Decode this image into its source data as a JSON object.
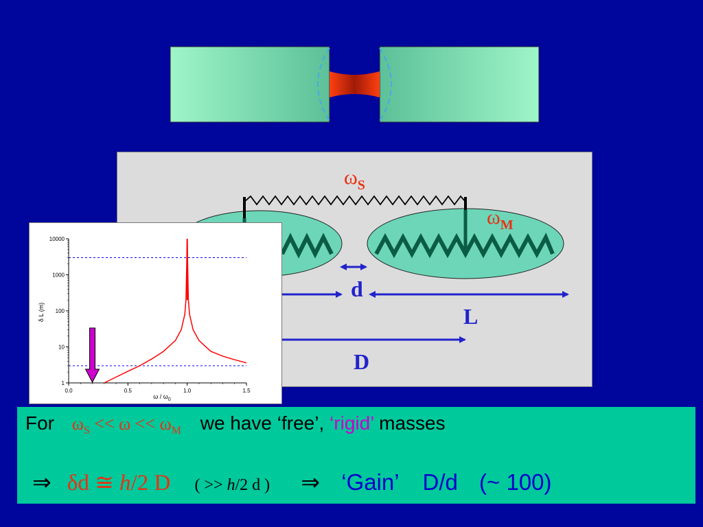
{
  "diagram": {
    "omega_s_label": "ω",
    "omega_s_sub": "S",
    "omega_m_label": "ω",
    "omega_m_sub": "M",
    "d_label": "d",
    "L_label": "L",
    "D_label": "D"
  },
  "chart_data": {
    "type": "line",
    "xlabel": "ω / ω",
    "xlabel_sub": "0",
    "ylabel": "δ L  (m)",
    "ylim": [
      1,
      10000
    ],
    "yscale": "log",
    "xlim": [
      0.0,
      1.5
    ],
    "x_ticks": [
      "0.0",
      "0.5",
      "1.0",
      "1.5"
    ],
    "y_ticks": [
      "1",
      "10",
      "100",
      "1000",
      "10000"
    ],
    "hlines": [
      3000,
      3
    ],
    "resonance_x": 1.0,
    "series": [
      {
        "color": "#ff0000",
        "x": [
          0.3,
          0.4,
          0.5,
          0.6,
          0.7,
          0.8,
          0.9,
          0.95,
          0.98,
          0.99,
          1.0,
          1.01,
          1.02,
          1.05,
          1.1,
          1.2,
          1.3,
          1.4,
          1.5
        ],
        "y": [
          1.0,
          1.45,
          2.1,
          3.0,
          4.6,
          7.5,
          15,
          30,
          80,
          200,
          10000,
          200,
          80,
          30,
          15,
          7.5,
          5.5,
          4.4,
          3.6
        ]
      }
    ],
    "arrow_x": 0.2,
    "colors": {
      "line": "#ff0000",
      "hline": "#0000ff",
      "arrow": "#cc00cc"
    }
  },
  "text": {
    "line1": {
      "for": "For",
      "cond_ws": "ω",
      "cond_ws_sub": "S",
      "cond_mid": " << ω << ",
      "cond_wm": "ω",
      "cond_wm_sub": "M",
      "we_have": "we have ‘free’, ",
      "rigid": "‘rigid’",
      "masses": " masses"
    },
    "line2": {
      "implies1": "⇒",
      "delta_d": "δd ≅ ",
      "h": "h",
      "half_D": "/2 D",
      "paren_open": "(  >> ",
      "h2": "h",
      "paren_rest": "/2 d )",
      "implies2": "⇒",
      "gain": "‘Gain’",
      "ratio": "D/d",
      "approx": "(~ 100)"
    }
  }
}
